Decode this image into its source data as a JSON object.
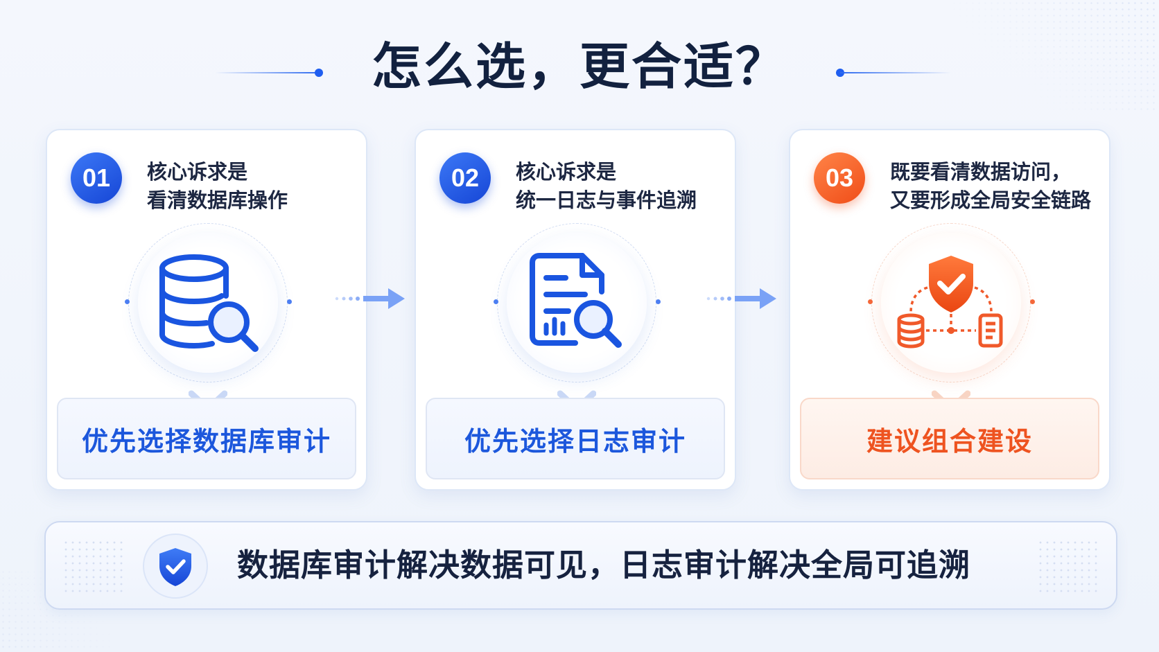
{
  "title": "怎么选，更合适？",
  "colors": {
    "blue": "#1f5ef0",
    "orange": "#f05420",
    "dark": "#12213f"
  },
  "cards": [
    {
      "number": "01",
      "line1": "核心诉求是",
      "line2": "看清数据库操作",
      "icon": "database-search-icon",
      "result": "优先选择数据库审计",
      "accent": "blue"
    },
    {
      "number": "02",
      "line1": "核心诉求是",
      "line2": "统一日志与事件追溯",
      "icon": "log-document-search-icon",
      "result": "优先选择日志审计",
      "accent": "blue"
    },
    {
      "number": "03",
      "line1": "既要看清数据访问，",
      "line2": "又要形成全局安全链路",
      "icon": "shield-link-icon",
      "result": "建议组合建设",
      "accent": "orange"
    }
  ],
  "summary": {
    "icon": "shield-check-icon",
    "text": "数据库审计解决数据可见，日志审计解决全局可追溯"
  }
}
